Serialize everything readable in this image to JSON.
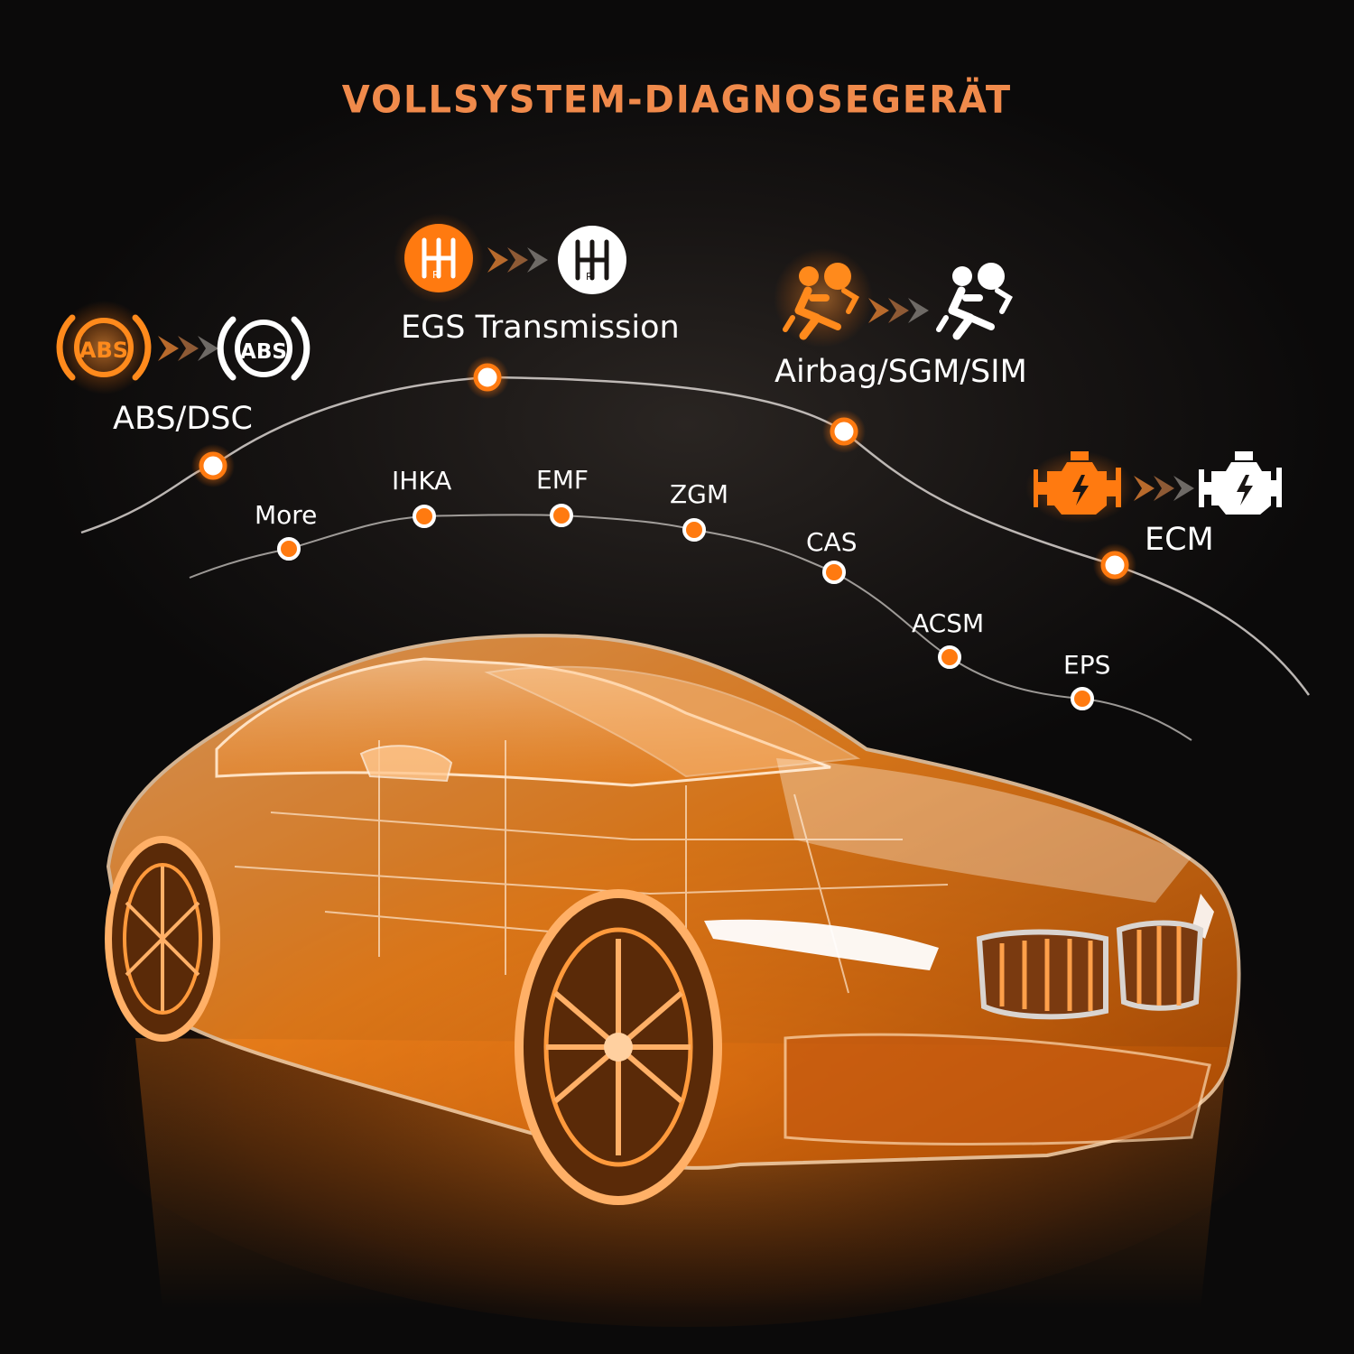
{
  "headline": "VOLLSYSTEM-DIAGNOSEGERÄT",
  "colors": {
    "accent": "#f08a4b",
    "accent_bright": "#ff8a1c",
    "background": "#0b0a0a",
    "text": "#ffffff"
  },
  "systems": [
    {
      "label": "ABS/DSC",
      "icon": "abs-warning-icon",
      "icon_text": "ABS"
    },
    {
      "label": "EGS Transmission",
      "icon": "gear-shift-icon",
      "icon_text": "R"
    },
    {
      "label": "Airbag/SGM/SIM",
      "icon": "airbag-icon"
    },
    {
      "label": "ECM",
      "icon": "engine-check-icon"
    }
  ],
  "modules": [
    "More",
    "IHKA",
    "EMF",
    "ZGM",
    "CAS",
    "ACSM",
    "EPS"
  ],
  "illustration": "orange-xray-car-illustration"
}
